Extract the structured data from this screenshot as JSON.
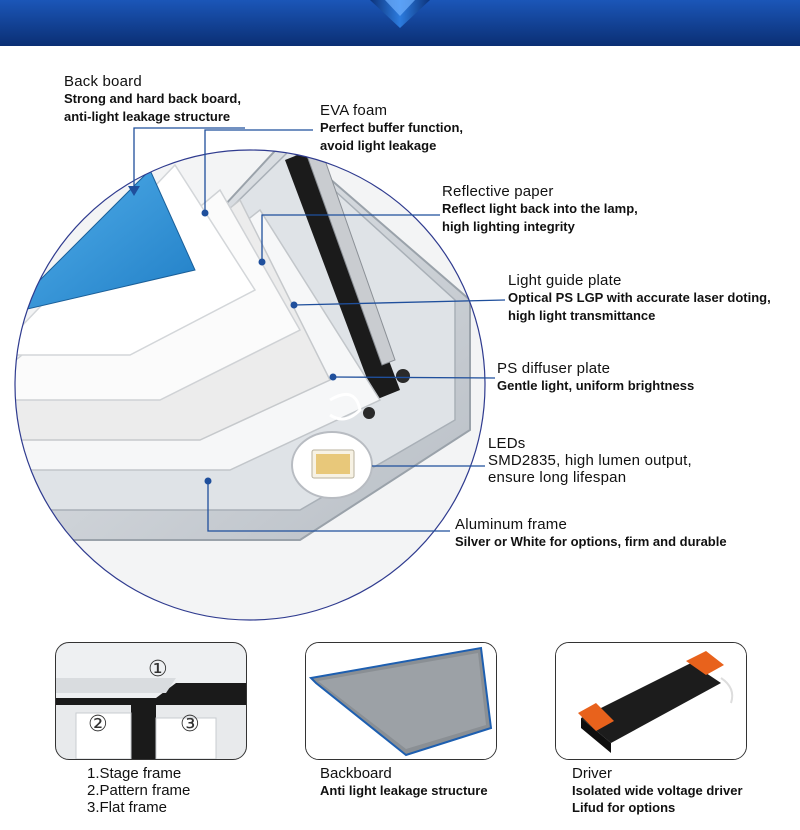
{
  "colors": {
    "banner_dark": "#0d3a8c",
    "banner_light": "#2a7ae0",
    "leader": "#1f4f9c",
    "back_board": "#2d95d8"
  },
  "callouts": {
    "back_board": {
      "title": "Back board",
      "lines": [
        "Strong and hard back board,",
        "anti-light leakage structure"
      ]
    },
    "eva_foam": {
      "title": "EVA foam",
      "lines": [
        "Perfect buffer function,",
        "avoid light leakage"
      ]
    },
    "reflective_paper": {
      "title": "Reflective paper",
      "lines": [
        "Reflect light back into the lamp,",
        "high lighting integrity"
      ]
    },
    "light_guide_plate": {
      "title": "Light guide plate",
      "lines": [
        "Optical PS LGP with accurate laser doting,",
        "high light transmittance"
      ]
    },
    "ps_diffuser_plate": {
      "title": "PS diffuser plate",
      "lines": [
        "Gentle light, uniform brightness"
      ]
    },
    "leds": {
      "title": "LEDs",
      "lines": [
        "SMD2835, high lumen output,",
        "ensure long lifespan"
      ]
    },
    "aluminum_frame": {
      "title": "Aluminum frame",
      "lines": [
        "Silver or White for options, firm and durable"
      ]
    }
  },
  "frame_markers": [
    "①",
    "②",
    "③"
  ],
  "bottom": {
    "frames": {
      "items": [
        "1.Stage frame",
        "2.Pattern frame",
        "3.Flat frame"
      ]
    },
    "backboard": {
      "title": "Backboard",
      "desc": "Anti light leakage structure"
    },
    "driver": {
      "title": "Driver",
      "lines": [
        "Isolated wide voltage driver",
        "Lifud  for options"
      ]
    }
  }
}
